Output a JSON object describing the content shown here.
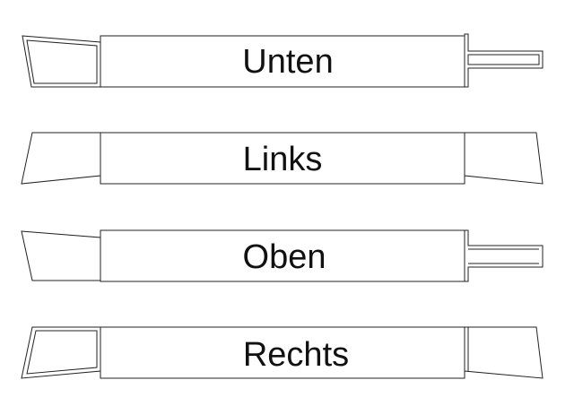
{
  "tools": [
    {
      "label": "Unten"
    },
    {
      "label": "Links"
    },
    {
      "label": "Oben"
    },
    {
      "label": "Rechts"
    }
  ]
}
